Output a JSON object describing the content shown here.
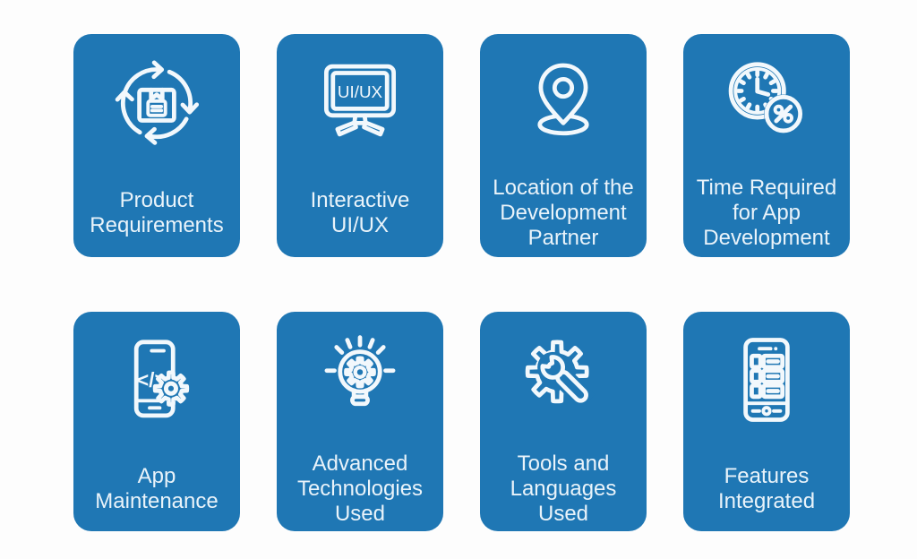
{
  "page": {
    "background_color": "#fdfdfd"
  },
  "theme": {
    "card_color": "#1f77b4",
    "label_color": "#e9f3fa",
    "icon_color": "#f2f8fc"
  },
  "cards": [
    {
      "label": "Product\nRequirements",
      "icon": "package-sync-arrows-icon"
    },
    {
      "label": "Interactive\nUI/UX",
      "icon": "monitor-uiux-icon",
      "monitor_text": "UI/UX"
    },
    {
      "label": "Location of the\nDevelopment\nPartner",
      "icon": "location-pin-icon"
    },
    {
      "label": "Time Required\nfor App\nDevelopment",
      "icon": "clock-percent-icon"
    },
    {
      "label": "App\nMaintenance",
      "icon": "phone-code-gear-icon",
      "code_text": "</>"
    },
    {
      "label": "Advanced\nTechnologies\nUsed",
      "icon": "lightbulb-gear-icon"
    },
    {
      "label": "Tools and\nLanguages\nUsed",
      "icon": "gear-wrench-icon"
    },
    {
      "label": "Features\nIntegrated",
      "icon": "phone-feature-list-icon"
    }
  ]
}
